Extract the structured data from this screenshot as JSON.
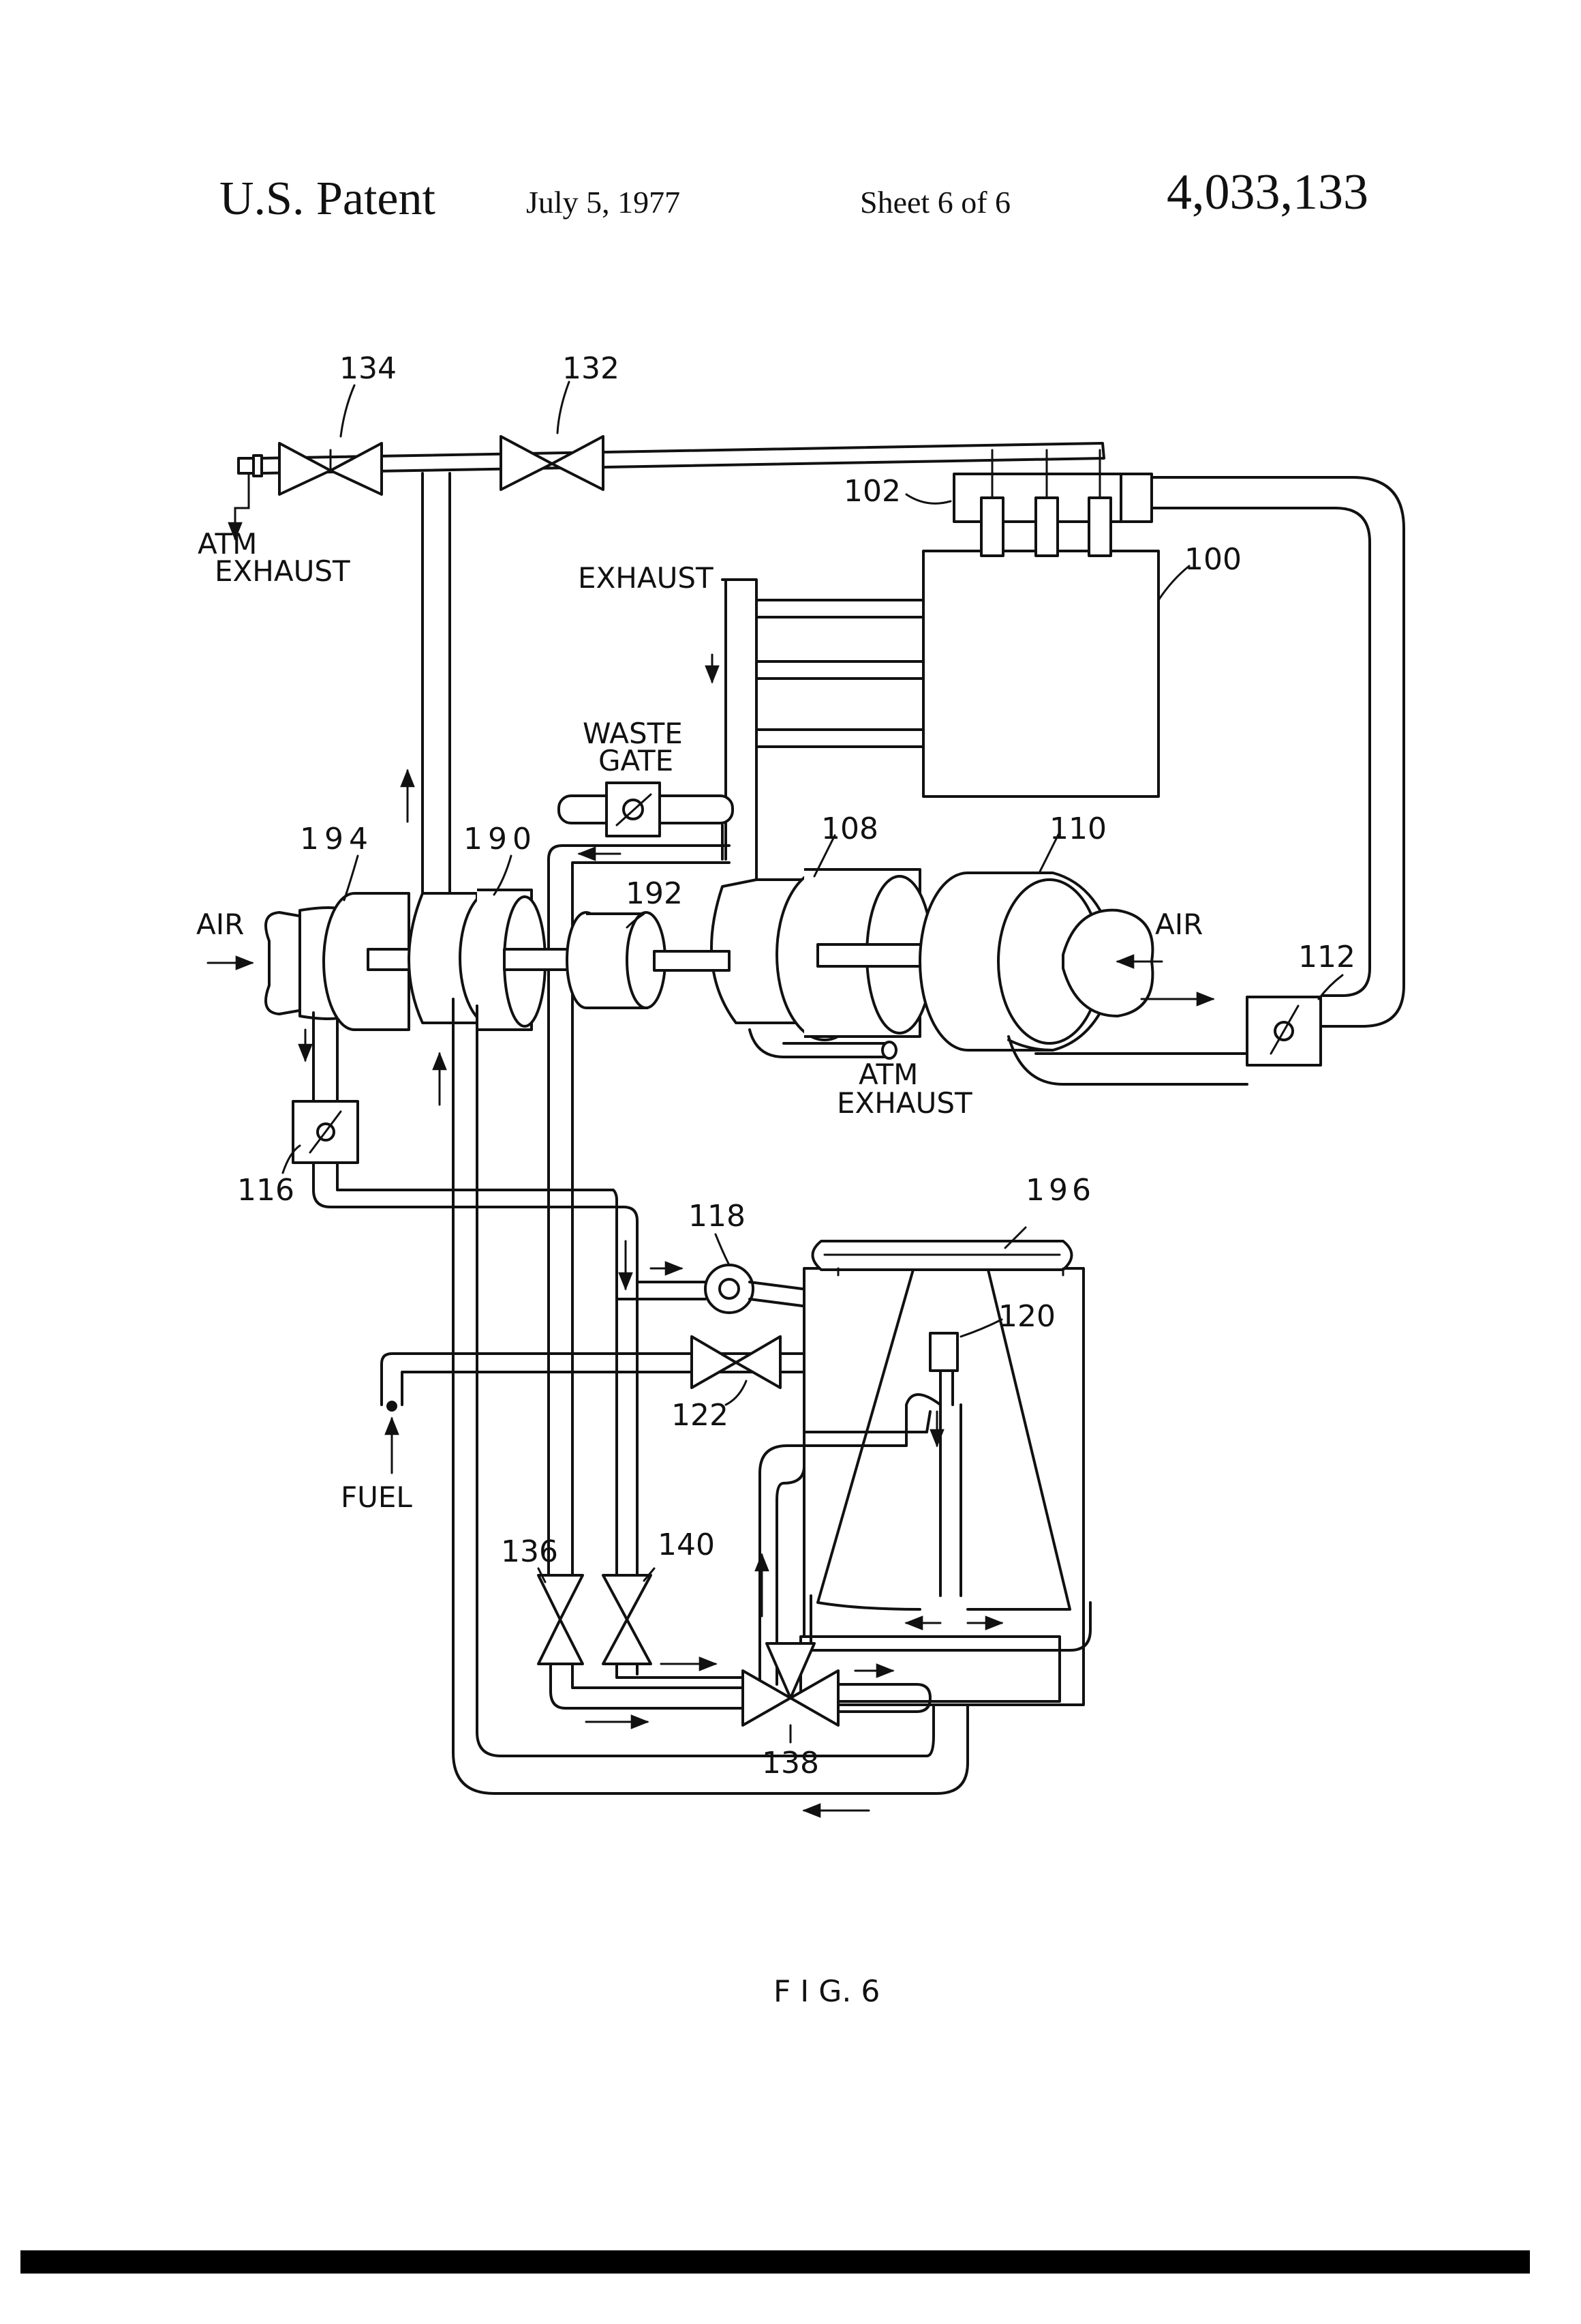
{
  "header": {
    "office": "U.S. Patent",
    "date": "July 5, 1977",
    "sheet": "Sheet 6 of 6",
    "patent_number": "4,033,133"
  },
  "figure": {
    "caption": "F I G.  6",
    "labels": {
      "l134": "134",
      "l132": "132",
      "l102": "102",
      "l100": "100",
      "atm1": "ATM",
      "exh1": "EXHAUST",
      "exhaust": "EXHAUST",
      "waste1": "WASTE",
      "waste2": "GATE",
      "l194": "194",
      "l190": "190",
      "l192": "192",
      "l108": "108",
      "l110": "110",
      "air_left": "AIR",
      "air_right": "AIR",
      "l112": "112",
      "atm2": "ATM",
      "exh2": "EXHAUST",
      "l116": "116",
      "l118": "118",
      "l196": "196",
      "l120": "120",
      "l122": "122",
      "fuel": "FUEL",
      "l136": "136",
      "l140": "140",
      "l138": "138"
    }
  }
}
